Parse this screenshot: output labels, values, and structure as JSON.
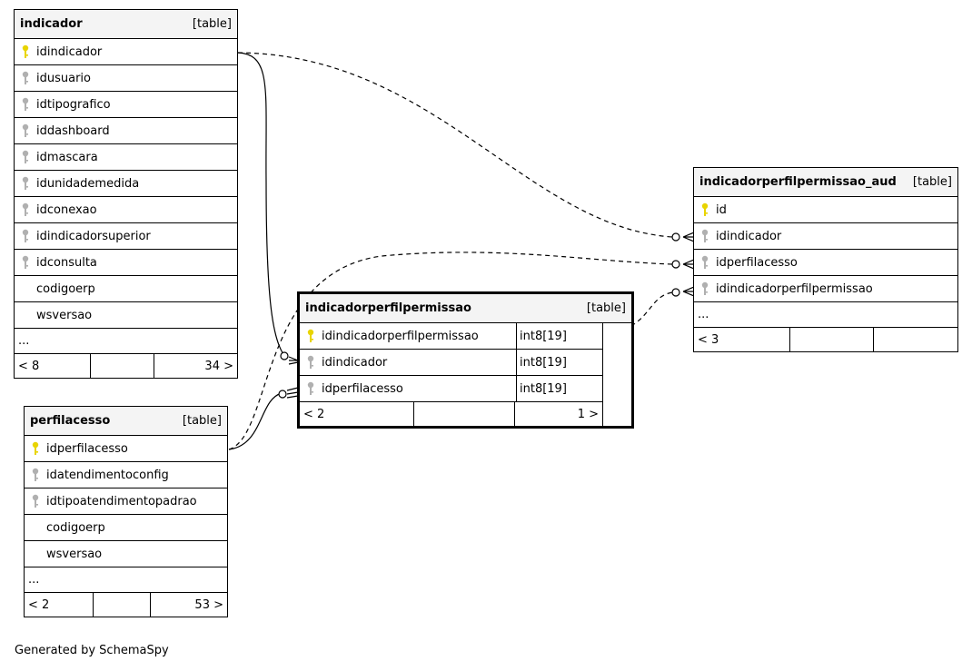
{
  "tables": {
    "indicador": {
      "name": "indicador",
      "kind": "[table]",
      "columns": [
        {
          "name": "idindicador",
          "key": "primary"
        },
        {
          "name": "idusuario",
          "key": "foreign"
        },
        {
          "name": "idtipografico",
          "key": "foreign"
        },
        {
          "name": "iddashboard",
          "key": "foreign"
        },
        {
          "name": "idmascara",
          "key": "foreign"
        },
        {
          "name": "idunidademedida",
          "key": "foreign"
        },
        {
          "name": "idconexao",
          "key": "foreign"
        },
        {
          "name": "idindicadorsuperior",
          "key": "foreign"
        },
        {
          "name": "idconsulta",
          "key": "foreign"
        },
        {
          "name": "codigoerp",
          "key": "none"
        },
        {
          "name": "wsversao",
          "key": "none"
        }
      ],
      "ellipsis": "...",
      "footer": {
        "left": "< 8",
        "middle": "",
        "right": "34 >"
      }
    },
    "perfilacesso": {
      "name": "perfilacesso",
      "kind": "[table]",
      "columns": [
        {
          "name": "idperfilacesso",
          "key": "primary"
        },
        {
          "name": "idatendimentoconfig",
          "key": "foreign"
        },
        {
          "name": "idtipoatendimentopadrao",
          "key": "foreign"
        },
        {
          "name": "codigoerp",
          "key": "none"
        },
        {
          "name": "wsversao",
          "key": "none"
        }
      ],
      "ellipsis": "...",
      "footer": {
        "left": "< 2",
        "middle": "",
        "right": "53 >"
      }
    },
    "indicadorperfilpermissao": {
      "name": "indicadorperfilpermissao",
      "kind": "[table]",
      "columns": [
        {
          "name": "idindicadorperfilpermissao",
          "key": "primary",
          "type": "int8[19]"
        },
        {
          "name": "idindicador",
          "key": "foreign",
          "type": "int8[19]"
        },
        {
          "name": "idperfilacesso",
          "key": "foreign",
          "type": "int8[19]"
        }
      ],
      "footer": {
        "left": "< 2",
        "middle": "",
        "right": "1 >"
      }
    },
    "indicadorperfilpermissao_aud": {
      "name": "indicadorperfilpermissao_aud",
      "kind": "[table]",
      "columns": [
        {
          "name": "id",
          "key": "primary"
        },
        {
          "name": "idindicador",
          "key": "foreign"
        },
        {
          "name": "idperfilacesso",
          "key": "foreign"
        },
        {
          "name": "idindicadorperfilpermissao",
          "key": "foreign"
        }
      ],
      "ellipsis": "...",
      "footer": {
        "left": "< 3",
        "middle": "",
        "right": ""
      }
    }
  },
  "colors": {
    "primary_key": "#e8d400",
    "foreign_key": "#b0b0b0",
    "header_bg": "#f4f4f4"
  },
  "generated_by": "Generated by SchemaSpy"
}
